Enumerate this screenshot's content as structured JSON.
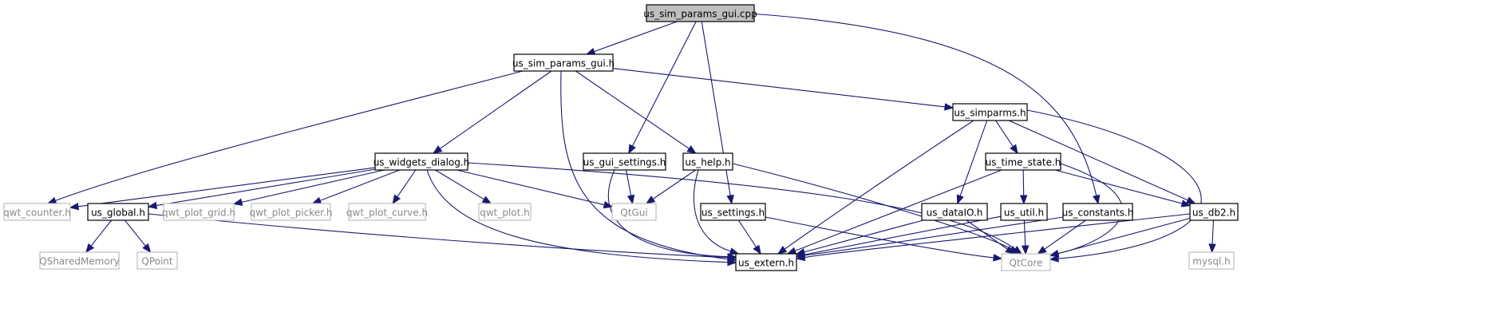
{
  "diagram": {
    "type": "include-dependency-graph",
    "colors": {
      "edge": "#191970",
      "main_fill": "#bfbfbf",
      "header_border": "#000000",
      "external_border": "#bfbfbf",
      "external_text": "#8a8a8a"
    },
    "nodes": [
      {
        "id": "us_sim_params_gui_cpp",
        "label": "us_sim_params_gui.cpp",
        "kind": "main"
      },
      {
        "id": "us_sim_params_gui_h",
        "label": "us_sim_params_gui.h",
        "kind": "header"
      },
      {
        "id": "us_simparms_h",
        "label": "us_simparms.h",
        "kind": "header"
      },
      {
        "id": "us_widgets_dialog_h",
        "label": "us_widgets_dialog.h",
        "kind": "header"
      },
      {
        "id": "us_gui_settings_h",
        "label": "us_gui_settings.h",
        "kind": "header"
      },
      {
        "id": "us_help_h",
        "label": "us_help.h",
        "kind": "header"
      },
      {
        "id": "us_time_state_h",
        "label": "us_time_state.h",
        "kind": "header"
      },
      {
        "id": "qwt_counter_h",
        "label": "qwt_counter.h",
        "kind": "external"
      },
      {
        "id": "us_global_h",
        "label": "us_global.h",
        "kind": "header"
      },
      {
        "id": "qwt_plot_grid_h",
        "label": "qwt_plot_grid.h",
        "kind": "external"
      },
      {
        "id": "qwt_plot_picker_h",
        "label": "qwt_plot_picker.h",
        "kind": "external"
      },
      {
        "id": "qwt_plot_curve_h",
        "label": "qwt_plot_curve.h",
        "kind": "external"
      },
      {
        "id": "qwt_plot_h",
        "label": "qwt_plot.h",
        "kind": "external"
      },
      {
        "id": "qtgui",
        "label": "QtGui",
        "kind": "external"
      },
      {
        "id": "us_settings_h",
        "label": "us_settings.h",
        "kind": "header"
      },
      {
        "id": "us_dataio_h",
        "label": "us_dataIO.h",
        "kind": "header"
      },
      {
        "id": "us_util_h",
        "label": "us_util.h",
        "kind": "header"
      },
      {
        "id": "us_constants_h",
        "label": "us_constants.h",
        "kind": "header"
      },
      {
        "id": "us_db2_h",
        "label": "us_db2.h",
        "kind": "header"
      },
      {
        "id": "qsharedmemory",
        "label": "QSharedMemory",
        "kind": "external"
      },
      {
        "id": "qpoint",
        "label": "QPoint",
        "kind": "external"
      },
      {
        "id": "us_extern_h",
        "label": "us_extern.h",
        "kind": "header"
      },
      {
        "id": "qtcore",
        "label": "QtCore",
        "kind": "external"
      },
      {
        "id": "mysql_h",
        "label": "mysql.h",
        "kind": "external"
      }
    ],
    "edges": [
      [
        "us_sim_params_gui_cpp",
        "us_sim_params_gui_h"
      ],
      [
        "us_sim_params_gui_cpp",
        "us_gui_settings_h"
      ],
      [
        "us_sim_params_gui_cpp",
        "us_settings_h"
      ],
      [
        "us_sim_params_gui_cpp",
        "us_constants_h"
      ],
      [
        "us_sim_params_gui_h",
        "qwt_counter_h"
      ],
      [
        "us_sim_params_gui_h",
        "us_widgets_dialog_h"
      ],
      [
        "us_sim_params_gui_h",
        "us_extern_h"
      ],
      [
        "us_sim_params_gui_h",
        "us_help_h"
      ],
      [
        "us_sim_params_gui_h",
        "us_simparms_h"
      ],
      [
        "us_widgets_dialog_h",
        "qwt_counter_h"
      ],
      [
        "us_widgets_dialog_h",
        "us_global_h"
      ],
      [
        "us_widgets_dialog_h",
        "qwt_plot_grid_h"
      ],
      [
        "us_widgets_dialog_h",
        "qwt_plot_picker_h"
      ],
      [
        "us_widgets_dialog_h",
        "qwt_plot_curve_h"
      ],
      [
        "us_widgets_dialog_h",
        "qwt_plot_h"
      ],
      [
        "us_widgets_dialog_h",
        "qtgui"
      ],
      [
        "us_widgets_dialog_h",
        "us_extern_h"
      ],
      [
        "us_widgets_dialog_h",
        "qtcore"
      ],
      [
        "us_gui_settings_h",
        "qtgui"
      ],
      [
        "us_gui_settings_h",
        "us_extern_h"
      ],
      [
        "us_help_h",
        "qtgui"
      ],
      [
        "us_help_h",
        "us_extern_h"
      ],
      [
        "us_help_h",
        "qtcore"
      ],
      [
        "us_simparms_h",
        "us_extern_h"
      ],
      [
        "us_simparms_h",
        "us_dataio_h"
      ],
      [
        "us_simparms_h",
        "us_time_state_h"
      ],
      [
        "us_simparms_h",
        "us_db2_h"
      ],
      [
        "us_simparms_h",
        "qtcore"
      ],
      [
        "us_time_state_h",
        "us_extern_h"
      ],
      [
        "us_time_state_h",
        "us_util_h"
      ],
      [
        "us_time_state_h",
        "us_db2_h"
      ],
      [
        "us_time_state_h",
        "qtcore"
      ],
      [
        "us_global_h",
        "qsharedmemory"
      ],
      [
        "us_global_h",
        "qpoint"
      ],
      [
        "us_global_h",
        "us_extern_h"
      ],
      [
        "us_settings_h",
        "us_extern_h"
      ],
      [
        "us_settings_h",
        "qtcore"
      ],
      [
        "us_dataio_h",
        "us_extern_h"
      ],
      [
        "us_dataio_h",
        "qtcore"
      ],
      [
        "us_util_h",
        "us_extern_h"
      ],
      [
        "us_util_h",
        "qtcore"
      ],
      [
        "us_constants_h",
        "us_extern_h"
      ],
      [
        "us_constants_h",
        "qtcore"
      ],
      [
        "us_db2_h",
        "us_extern_h"
      ],
      [
        "us_db2_h",
        "qtcore"
      ],
      [
        "us_db2_h",
        "mysql_h"
      ]
    ]
  }
}
